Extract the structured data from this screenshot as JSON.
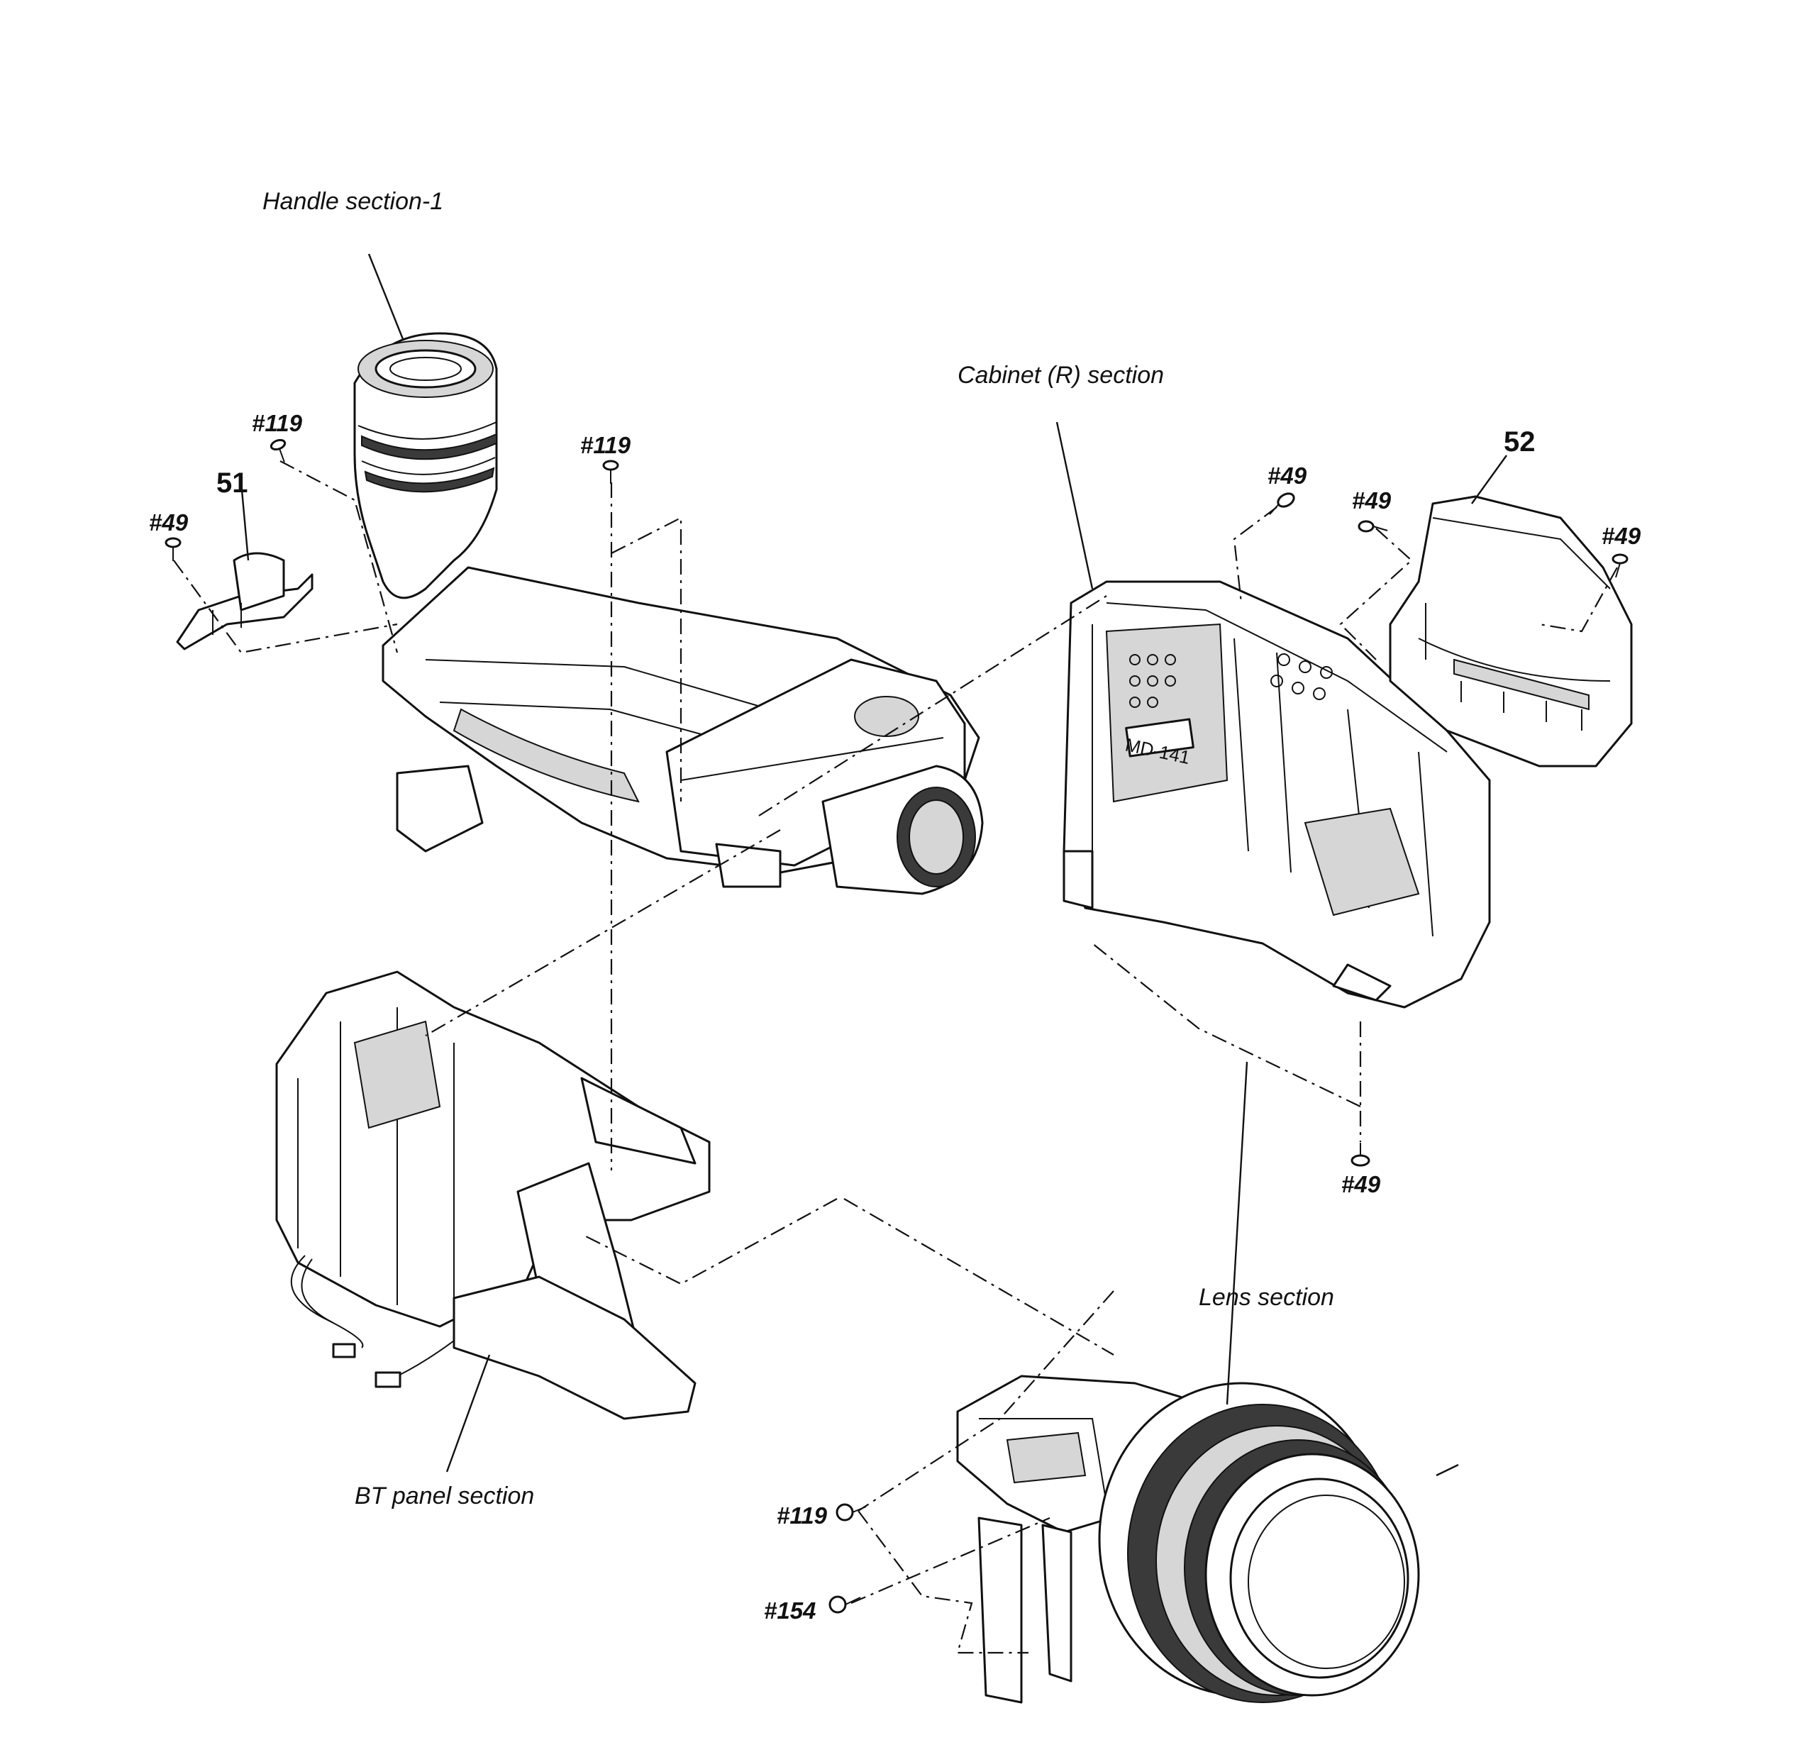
{
  "section_labels": {
    "handle": "Handle section-1",
    "cabinet_r": "Cabinet (R) section",
    "lens": "Lens section",
    "bt_panel": "BT panel section"
  },
  "part_numbers": {
    "p51": "51",
    "p52": "52"
  },
  "screw_labels": {
    "s119_left": "#119",
    "s119_center": "#119",
    "s49_left": "#49",
    "s49_cab_top": "#49",
    "s49_cab_mid": "#49",
    "s49_grip": "#49",
    "s49_bottom": "#49",
    "s119_lens": "#119",
    "s154_lens": "#154"
  },
  "board_marking": "MD-141"
}
